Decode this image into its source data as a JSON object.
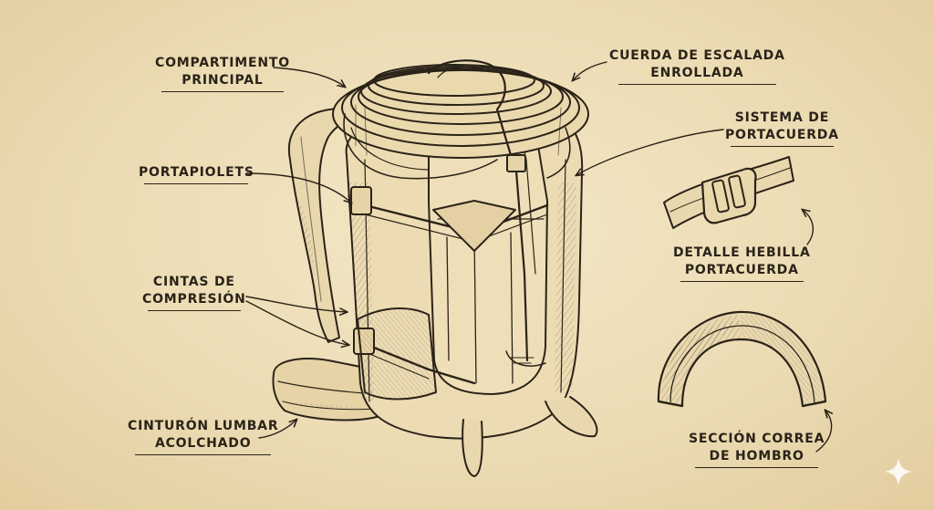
{
  "labels": {
    "main_compartment": [
      "COMPARTIMENTO",
      "PRINCIPAL"
    ],
    "rope": [
      "CUERDA DE ESCALADA",
      "ENROLLADA"
    ],
    "rope_system": [
      "SISTEMA DE",
      "PORTACUERDA"
    ],
    "ice_axe": [
      "PORTAPIOLETS"
    ],
    "buckle_detail": [
      "DETALLE HEBILLA",
      "PORTACUERDA"
    ],
    "compression_straps": [
      "CINTAS DE",
      "COMPRESIÓN"
    ],
    "hip_belt": [
      "CINTURÓN LUMBAR",
      "ACOLCHADO"
    ],
    "shoulder_strap_section": [
      "SECCIÓN CORREA",
      "DE HOMBRO"
    ]
  },
  "colors": {
    "paper": "#efe1bd",
    "ink": "#2a2318"
  },
  "icons": {
    "corner": "sparkle-icon"
  }
}
